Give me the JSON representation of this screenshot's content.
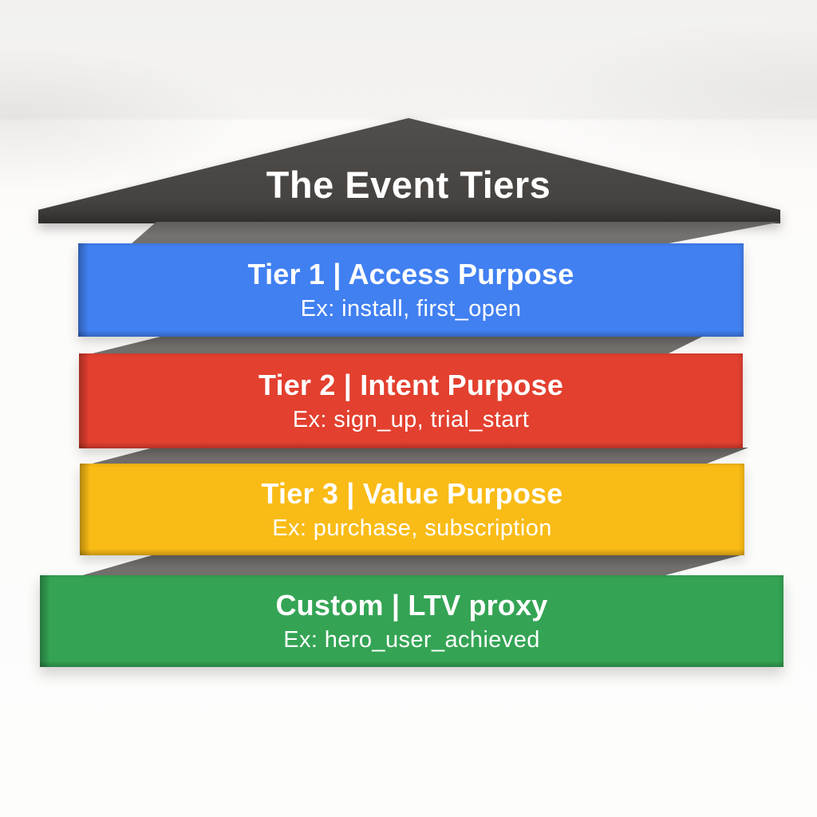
{
  "diagram": {
    "title": "The Event Tiers"
  },
  "colors": {
    "roof": "#464341",
    "fold": "#6E6B68",
    "background": "#FBFAF8",
    "text": "#FFFFFF"
  },
  "tiers": [
    {
      "id": "tier-1",
      "title": "Tier 1 | Access Purpose",
      "example": "Ex: install, first_open",
      "color": "#4180F1"
    },
    {
      "id": "tier-2",
      "title": "Tier 2 | Intent Purpose",
      "example": "Ex: sign_up, trial_start",
      "color": "#E3402F"
    },
    {
      "id": "tier-3",
      "title": "Tier 3 | Value Purpose",
      "example": "Ex: purchase, subscription",
      "color": "#F9BB16"
    },
    {
      "id": "custom",
      "title": "Custom | LTV proxy",
      "example": "Ex: hero_user_achieved",
      "color": "#34A454"
    }
  ]
}
